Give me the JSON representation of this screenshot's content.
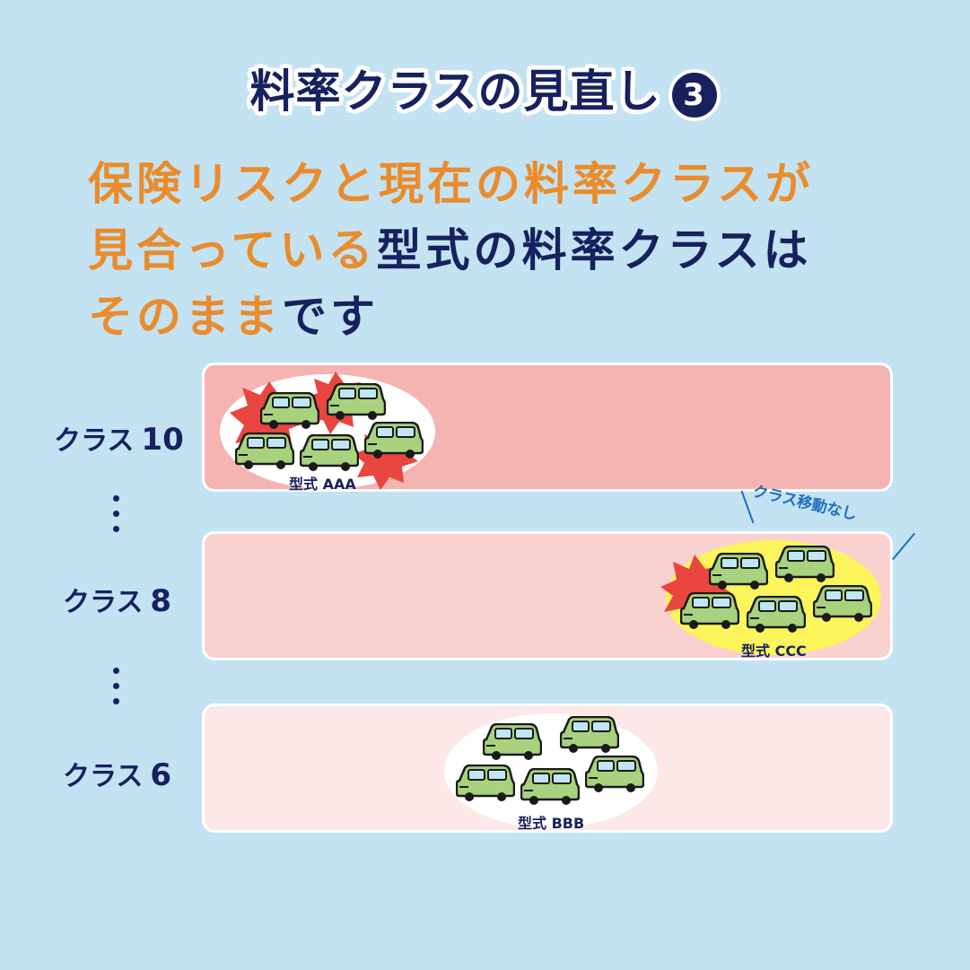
{
  "title": {
    "text": "料率クラスの見直し",
    "number": "3"
  },
  "headline": {
    "line1": "保険リスクと現在の料率クラスが",
    "line2_orange": "見合っている",
    "line2_navy": "型式の料率クラスは",
    "line3_orange": "そのまま",
    "line3_navy": "です"
  },
  "rows": [
    {
      "label": "クラス",
      "number": "10",
      "color": "#f4b5b2",
      "type_name": "型式 AAA"
    },
    {
      "label": "クラス",
      "number": "8",
      "color": "#f9d1cf",
      "type_name": "型式 CCC"
    },
    {
      "label": "クラス",
      "number": "6",
      "color": "#fce8e7",
      "type_name": "型式 BBB"
    }
  ],
  "note": "クラス移動なし",
  "colors": {
    "background": "#c3e2f2",
    "navy": "#17215e",
    "orange": "#ea8c2c",
    "car": "#a8d27e",
    "burst": "#e8463f",
    "yellow_ellipse": "#fbf45a"
  }
}
